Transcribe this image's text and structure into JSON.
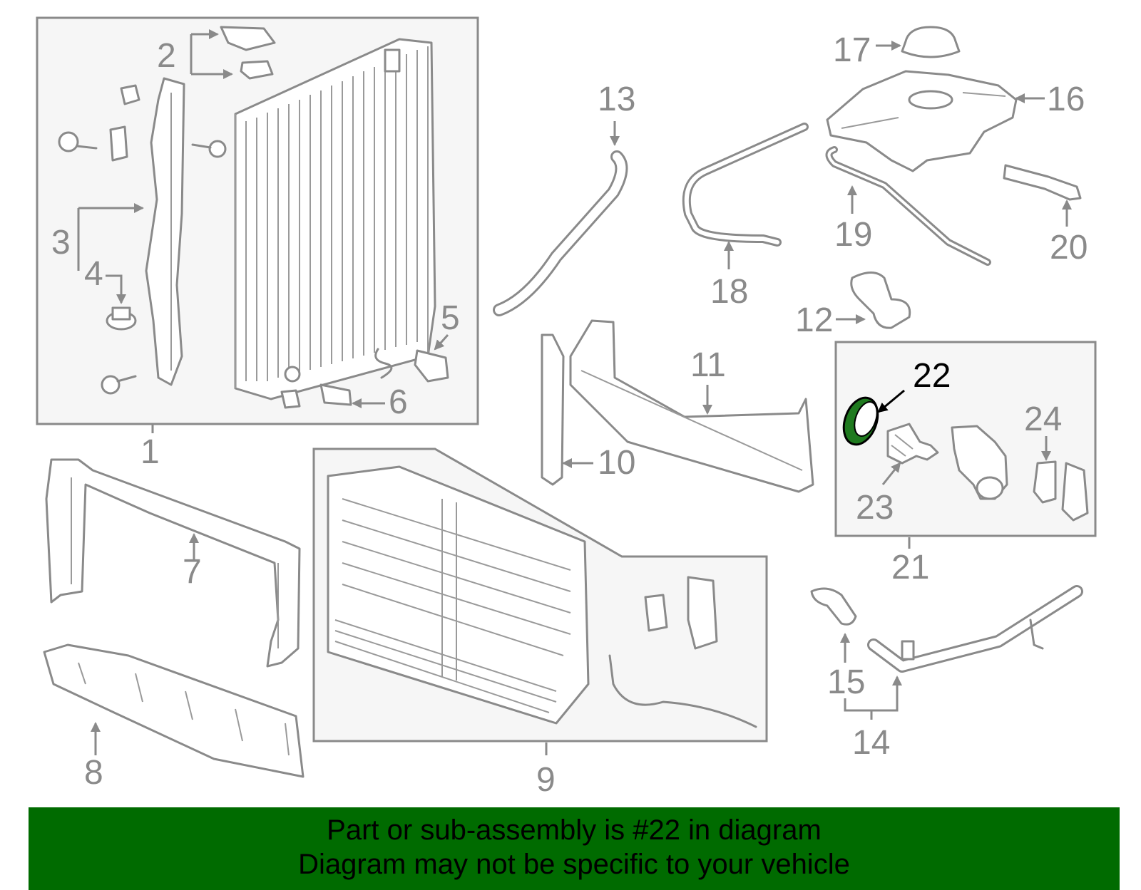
{
  "callouts": {
    "c1": "1",
    "c2": "2",
    "c3": "3",
    "c4": "4",
    "c5": "5",
    "c6": "6",
    "c7": "7",
    "c8": "8",
    "c9": "9",
    "c10": "10",
    "c11": "11",
    "c12": "12",
    "c13": "13",
    "c14": "14",
    "c15": "15",
    "c16": "16",
    "c17": "17",
    "c18": "18",
    "c19": "19",
    "c20": "20",
    "c21": "21",
    "c22": "22",
    "c23": "23",
    "c24": "24"
  },
  "highlight": {
    "part_number": "22",
    "color": "#1f7a1f"
  },
  "banner": {
    "line1": "Part or sub-assembly is #22 in diagram",
    "line2": "Diagram may not be specific to your vehicle",
    "color": "#006b00"
  }
}
